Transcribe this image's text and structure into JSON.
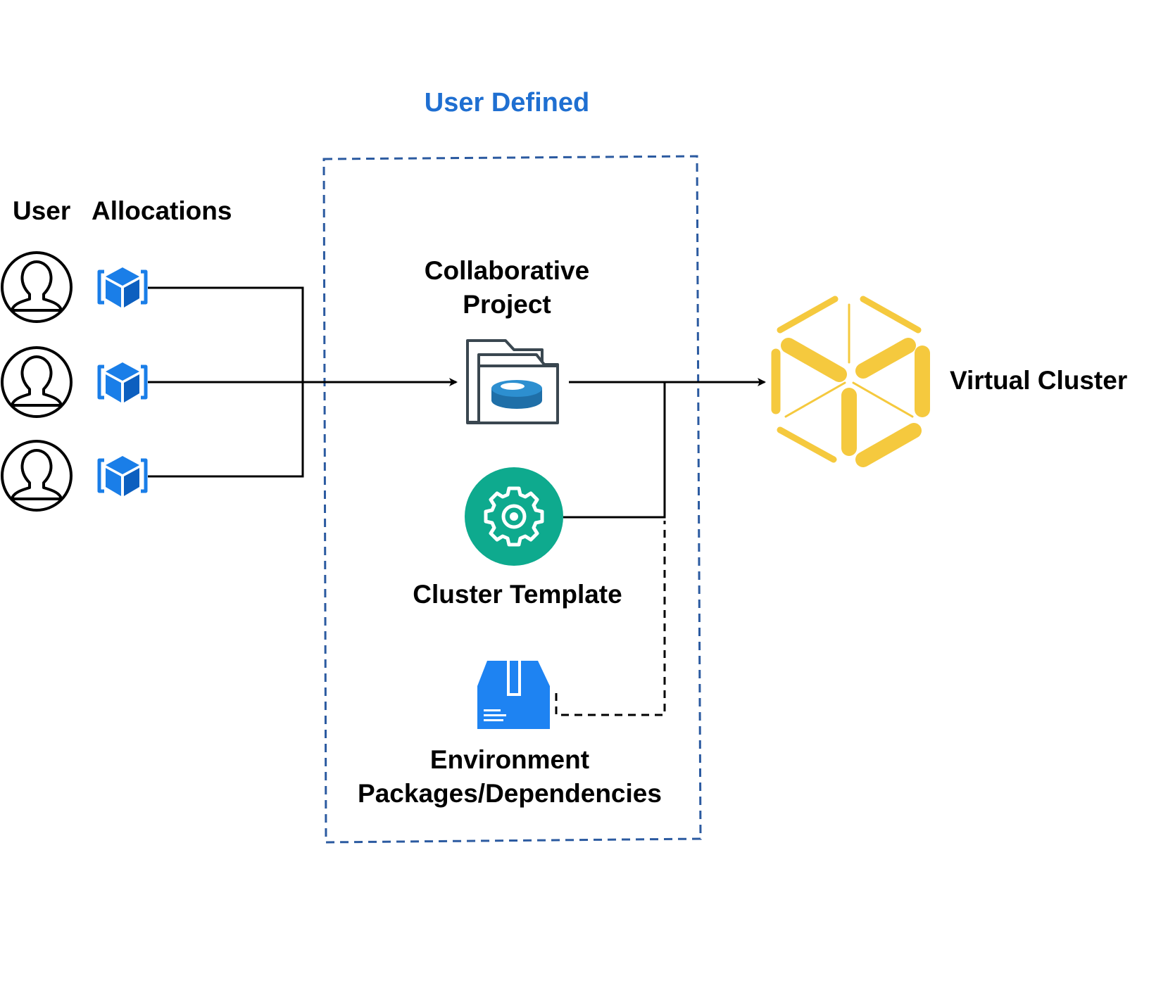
{
  "heading": {
    "text": "User Defined",
    "color": "#1f6fd1"
  },
  "left": {
    "user_header": "User",
    "allocations_header": "Allocations",
    "rows": 3
  },
  "center": {
    "project_label_line1": "Collaborative",
    "project_label_line2": "Project",
    "template_label": "Cluster Template",
    "env_label_line1": "Environment",
    "env_label_line2": "Packages/Dependencies"
  },
  "right": {
    "label": "Virtual Cluster"
  },
  "colors": {
    "box_border": "#2b5aa0",
    "cube_blue": "#1a7ee8",
    "cube_dark": "#0d5fbf",
    "template_green": "#0eaa8e",
    "package_blue": "#1e83f2",
    "cluster_yellow": "#f5c93e",
    "line": "#000000"
  },
  "icons": {
    "user": "user-avatar-icon",
    "allocation": "allocation-cube-icon",
    "project": "folder-database-icon",
    "template": "gear-icon",
    "package": "package-box-icon",
    "cluster": "virtual-cluster-logo-icon"
  }
}
